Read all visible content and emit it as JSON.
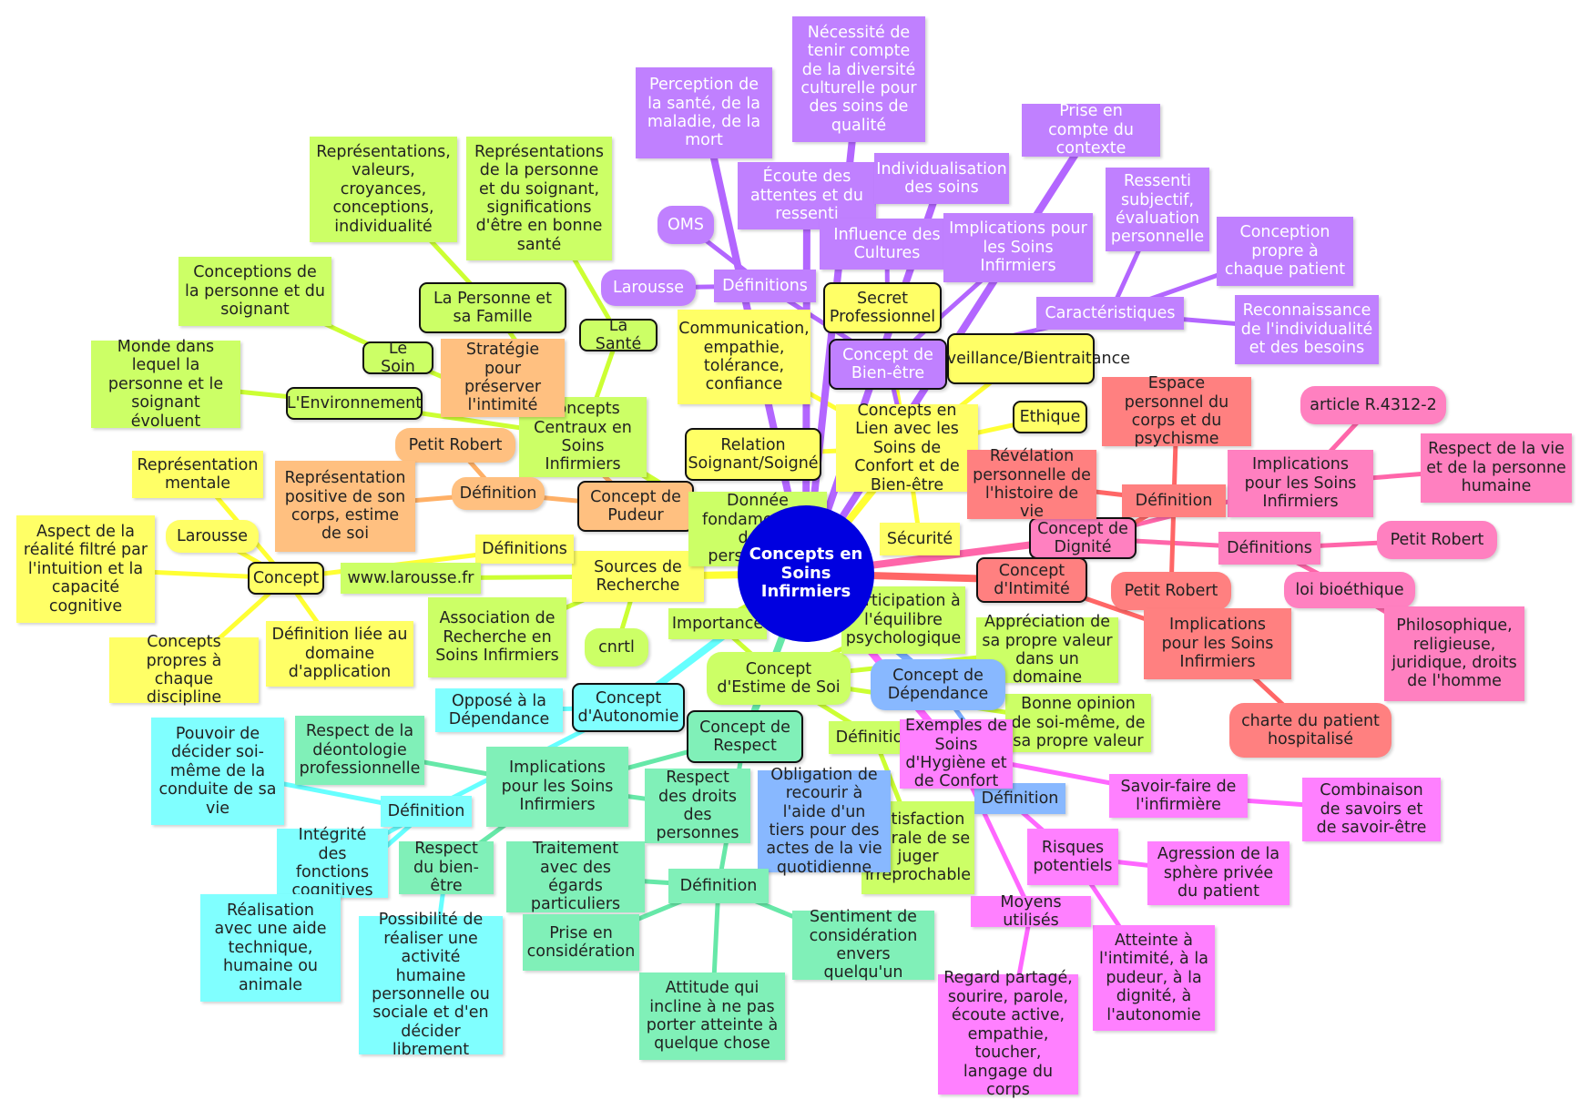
{
  "root": "Concepts en Soins Infirmiers",
  "colors": {
    "yellow": "#ffff66",
    "lime": "#ccff66",
    "orange": "#ffc080",
    "purple": "#c080ff",
    "salmon": "#ff8080",
    "pink": "#ff80c0",
    "magenta": "#ff80ff",
    "cyan": "#80ffff",
    "mint": "#80f0b8",
    "blue": "#88b8ff",
    "root": "#0000e0"
  },
  "nodes": {
    "sources_recherche": "Sources de Recherche",
    "definitions_left": "Définitions",
    "concept": "Concept",
    "larousse_left": "Larousse",
    "representation_mentale": "Représentation mentale",
    "aspect_realite": "Aspect de la réalité filtré par l'intuition et la capacité cognitive",
    "concepts_propres": "Concepts propres à chaque discipline",
    "definition_domaine": "Définition liée au domaine d'application",
    "www_larousse": "www.larousse.fr",
    "association_recherche": "Association de Recherche en Soins Infirmiers",
    "cnrtl": "cnrtl",
    "concepts_centraux": "Concepts Centraux en Soins Infirmiers",
    "la_personne": "La Personne et sa Famille",
    "la_sante": "La Santé",
    "le_soin": "Le Soin",
    "environnement": "L'Environnement",
    "rep_valeurs": "Représentations, valeurs, croyances, conceptions, individualité",
    "rep_personne": "Représentations de la personne et du soignant, significations d'être en bonne santé",
    "conceptions_personne": "Conceptions de la personne et du soignant",
    "monde_dans_lequel": "Monde dans lequel la personne et le soignant évoluent",
    "concept_pudeur": "Concept de Pudeur",
    "definition_pudeur": "Définition",
    "petit_robert_pudeur": "Petit Robert",
    "representation_positive": "Représentation positive de son corps, estime de soi",
    "strategie": "Stratégie pour préserver l'intimité",
    "donnee_fondamentale": "Donnée fondamentale de la personnalité",
    "concepts_lien": "Concepts en Lien avec les Soins de Confort et de Bien-être",
    "relation": "Relation Soignant/Soigné",
    "communication": "Communication, empathie, tolérance, confiance",
    "secret": "Secret Professionnel",
    "ethique": "Ethique",
    "securite": "Sécurité",
    "bienveillance": "Bienveillance/Bientraitance",
    "concept_bien_etre": "Concept de Bien-être",
    "definitions_top": "Définitions",
    "larousse_top": "Larousse",
    "oms": "OMS",
    "perception": "Perception de la santé, de la maladie, de la mort",
    "ecoute": "Écoute des attentes et du ressenti",
    "necessite": "Nécessité de tenir compte de la diversité culturelle pour des soins de qualité",
    "influence": "Influence des Cultures",
    "individualisation": "Individualisation des soins",
    "implications_bien_etre": "Implications pour les Soins Infirmiers",
    "prise_compte": "Prise en compte du contexte",
    "caracteristiques": "Caractéristiques",
    "ressenti": "Ressenti subjectif, évaluation personnelle",
    "conception_propre": "Conception propre à chaque patient",
    "reconnaissance": "Reconnaissance de l'individualité et des besoins",
    "concept_dignite": "Concept de Dignité",
    "implications_dignite": "Implications pour les Soins Infirmiers",
    "article": "article R.4312-2",
    "respect_vie": "Respect de la vie et de la personne humaine",
    "definitions_dignite": "Définitions",
    "petit_robert_dignite": "Petit Robert",
    "loi_bioethique": "loi bioéthique",
    "philosophique": "Philosophique, religieuse, juridique, droits de l'homme",
    "concept_intimite": "Concept d'Intimité",
    "definition_intimite": "Définition",
    "espace_personnel": "Espace personnel du corps et du psychisme",
    "revelation": "Révélation personnelle de l'histoire de vie",
    "petit_robert_intimite": "Petit Robert",
    "implications_intimite": "Implications pour les Soins Infirmiers",
    "charte": "charte du patient hospitalisé",
    "importance": "Importance",
    "concept_estime": "Concept d'Estime de Soi",
    "participation": "Participation à l'équilibre psychologique",
    "appreciation": "Appréciation de sa propre valeur dans un domaine",
    "bonne_opinion": "Bonne opinion de soi-même, de sa propre valeur",
    "definition_estime": "Définition",
    "satisfaction": "Satisfaction morale de se juger irréprochable",
    "concept_dependance": "Concept de Dépendance",
    "definition_dependance": "Définition",
    "obligation": "Obligation de recourir à l'aide d'un tiers pour des actes de la vie quotidienne",
    "exemples": "Exemples de Soins d'Hygiène et de Confort",
    "savoir_faire": "Savoir-faire de l'infirmière",
    "combinaison": "Combinaison de savoirs et de savoir-être",
    "risques": "Risques potentiels",
    "agression": "Agression de la sphère privée du patient",
    "atteinte": "Atteinte à l'intimité, à la pudeur, à la dignité, à l'autonomie",
    "moyens": "Moyens utilisés",
    "regard": "Regard partagé, sourire, parole, écoute active, empathie, toucher, langage du corps",
    "concept_autonomie": "Concept d'Autonomie",
    "oppose": "Opposé à la Dépendance",
    "definition_autonomie": "Définition",
    "pouvoir": "Pouvoir de décider soi-même de la conduite de sa vie",
    "integrite": "Intégrité des fonctions cognitives",
    "realisation": "Réalisation avec une aide technique, humaine ou animale",
    "concept_respect": "Concept de Respect",
    "implications_respect": "Implications pour les Soins Infirmiers",
    "respect_deontologie": "Respect de la déontologie professionnelle",
    "respect_droits": "Respect des droits des personnes",
    "respect_bien_etre": "Respect du bien-être",
    "possibilite": "Possibilité de réaliser une activité humaine personnelle ou sociale et d'en décider librement",
    "definition_respect": "Définition",
    "traitement": "Traitement avec des égards particuliers",
    "prise_consideration": "Prise en considération",
    "attitude": "Attitude qui incline à ne pas porter atteinte à quelque chose",
    "sentiment": "Sentiment de considération envers quelqu'un"
  }
}
